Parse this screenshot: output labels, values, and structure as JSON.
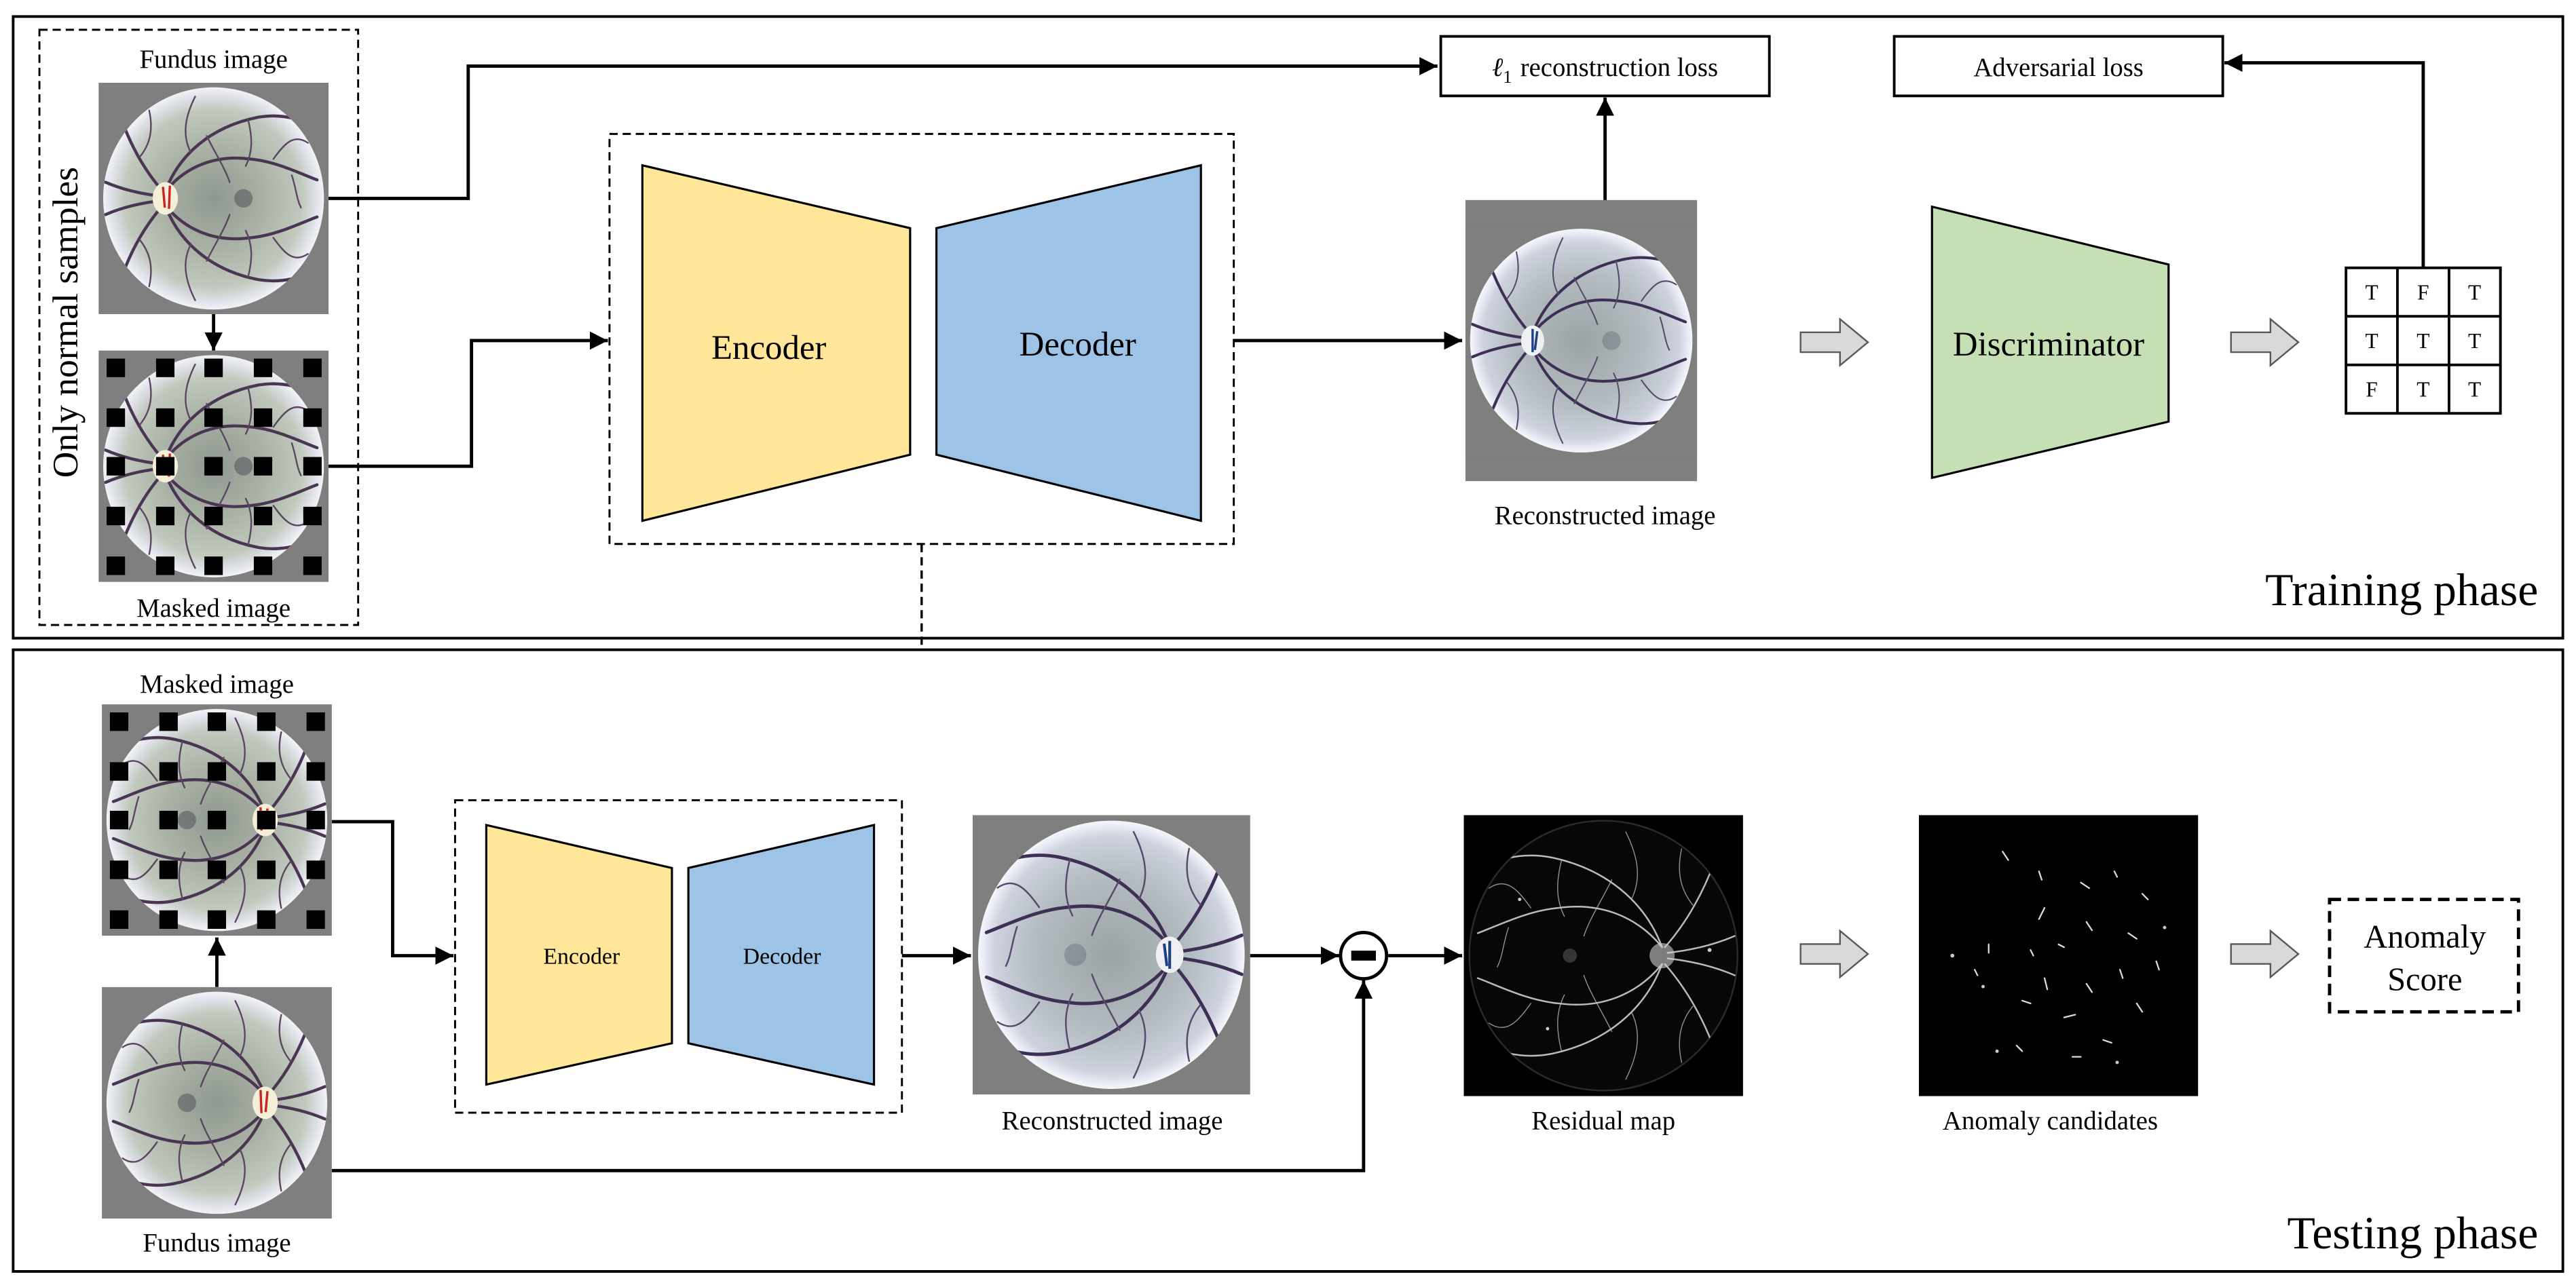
{
  "training": {
    "side_label": "Only normal samples",
    "fundus_label": "Fundus image",
    "masked_label": "Masked image",
    "recon_loss": {
      "symbol": "ℓ",
      "subscript": "1",
      "text": "reconstruction loss"
    },
    "adversarial_loss": "Adversarial loss",
    "encoder": "Encoder",
    "decoder": "Decoder",
    "reconstructed_label": "Reconstructed image",
    "discriminator": "Discriminator",
    "patch_grid": [
      [
        "T",
        "F",
        "T"
      ],
      [
        "T",
        "T",
        "T"
      ],
      [
        "F",
        "T",
        "T"
      ]
    ],
    "phase_label": "Training phase"
  },
  "testing": {
    "masked_label": "Masked image",
    "fundus_label": "Fundus image",
    "encoder": "Encoder",
    "decoder": "Decoder",
    "reconstructed_label": "Reconstructed image",
    "residual_label": "Residual map",
    "candidates_label": "Anomaly candidates",
    "score_label": [
      "Anomaly",
      "Score"
    ],
    "phase_label": "Testing phase"
  },
  "colors": {
    "encoder": "#FFE699",
    "decoder": "#9DC3E6",
    "discriminator": "#C5E0B4",
    "side_label": "#FF0000",
    "block_arrow": "#D9D9D9"
  }
}
